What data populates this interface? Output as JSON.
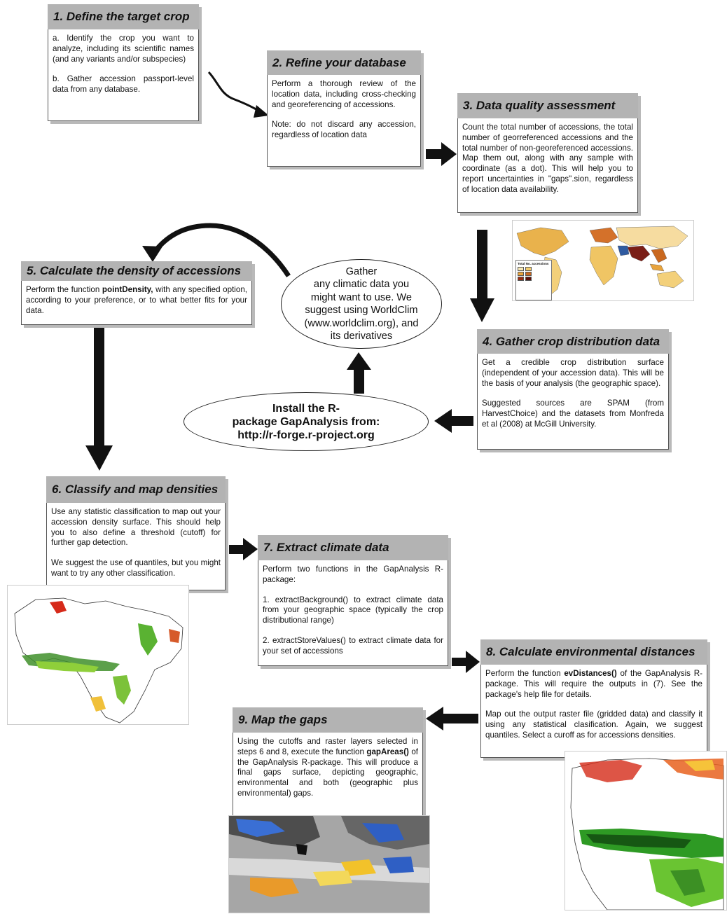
{
  "steps": {
    "s1": {
      "title": "1. Define the target crop",
      "p1": "a. Identify the crop you want to analyze, including its scientific names (and any variants and/or subspecies)",
      "p2": "b. Gather accession passport-level data from any database."
    },
    "s2": {
      "title": "2. Refine your database",
      "p1": "Perform a thorough review of the location data, including cross-checking and georeferencing of accessions.",
      "p2": "Note: do not discard any accession, regardless of location data"
    },
    "s3": {
      "title": "3. Data quality assessment",
      "p1": "Count the total number of accessions, the total number of georreferenced accessions and the total number of non-georeferenced accessions. Map them out, along with any sample with coordinate (as a dot). This will help you to report uncertainties in \"gaps\".sion, regardless of location data availability."
    },
    "s4": {
      "title": "4. Gather crop distribution data",
      "p1": "Get a credible crop distribution surface (independent of your accession data). This will be the basis of your analysis (the geographic space).",
      "p2": "Suggested sources are SPAM (from HarvestChoice) and the datasets from Monfreda et al (2008) at McGill University."
    },
    "s5": {
      "title": "5. Calculate the density of accessions",
      "p1_pre": "Perform the function ",
      "p1_fn": "pointDensity,",
      "p1_post": " with any specified option, according to your preference, or to what better fits for your data."
    },
    "s6": {
      "title": "6. Classify and map densities",
      "p1": "Use any statistic classification to map out your accession density surface. This should help you to also define a threshold (cutoff) for further gap detection.",
      "p2": "We suggest the use of quantiles, but you might want to try any other classification."
    },
    "s7": {
      "title": "7. Extract climate data",
      "p1": "Perform two functions in the GapAnalysis R-package:",
      "p2": "1. extractBackground() to extract climate data from your geographic space (typically the crop distributional range)",
      "p3": "2. extractStoreValues() to extract climate data for your set of accessions"
    },
    "s8": {
      "title": "8. Calculate environmental distances",
      "p1_pre": "Perform the function ",
      "p1_fn": "evDistances()",
      "p1_post": " of the GapAnalysis R-package. This will require the outputs in (7). See the package's help file for details.",
      "p2": "Map out the output raster file (gridded data) and classify it using any statistical clasification. Again, we suggest quantiles. Select a curoff as for accessions densities."
    },
    "s9": {
      "title": "9. Map the gaps",
      "p1_pre": "Using the cutoffs and raster layers selected in steps 6 and 8, execute the function ",
      "p1_fn": "gapAreas()",
      "p1_post": " of the GapAnalysis R-package. This will produce a final gaps surface, depicting geographic, environmental and both (geographic plus environmental) gaps."
    }
  },
  "ellipses": {
    "climate": [
      "Gather",
      "any climatic data you",
      "might want to use. We",
      "suggest using WorldClim",
      "(www.worldclim.org), and",
      "its derivatives"
    ],
    "install": [
      "Install the R-",
      "package GapAnalysis from:",
      "http://r-forge.r-project.org"
    ]
  },
  "map_legend": {
    "title": "Total No. accessions",
    "colors": [
      "#f6e7b4",
      "#f2cc6e",
      "#e8a33c",
      "#c9681f",
      "#9a2d12",
      "#5a0f0a"
    ]
  }
}
